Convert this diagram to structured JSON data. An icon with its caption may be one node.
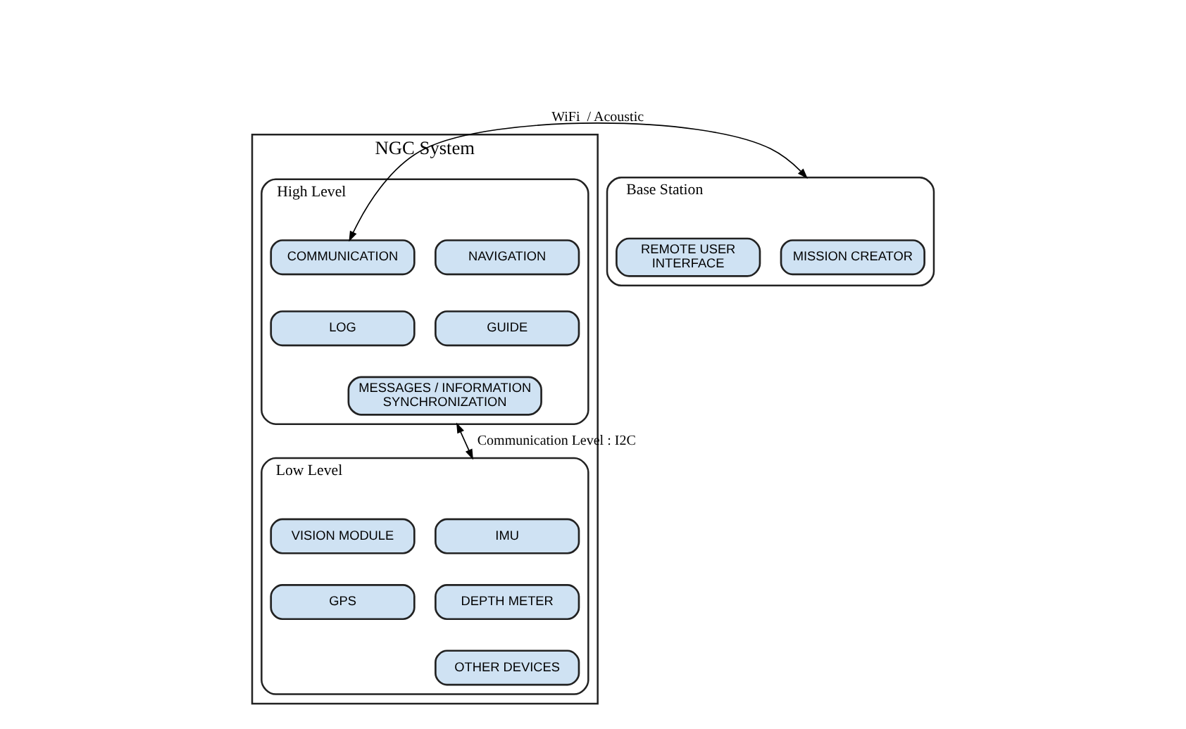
{
  "diagram": {
    "nodes": [
      {
        "text": [
          "NGC System"
        ]
      },
      {
        "text": [
          "High Level"
        ],
        "in": 0
      },
      {
        "text": [
          "NAVIGATION"
        ],
        "in": 1
      },
      {
        "text": [
          "COMMUNICATION"
        ],
        "in": 1
      },
      {
        "text": [
          "GUIDE"
        ],
        "in": 1
      },
      {
        "text": [
          "LOG"
        ],
        "in": 1
      },
      {
        "text": [
          "MESSAGES / INFORMATION SYNCHRONIZATION"
        ],
        "in": 1
      },
      {
        "text": [
          "Low Level"
        ],
        "in": 0
      },
      {
        "text": [
          "IMU"
        ],
        "in": 7
      },
      {
        "text": [
          "VISION MODULE"
        ],
        "in": 7
      },
      {
        "text": [
          "DEPTH METER"
        ],
        "in": 7
      },
      {
        "text": [
          "GPS"
        ],
        "in": 7
      },
      {
        "text": [
          "OTHER DEVICES"
        ],
        "in": 7
      },
      {
        "text": [
          "Base Station"
        ]
      },
      {
        "text": [
          "MISSION CREATOR"
        ],
        "in": 13
      },
      {
        "text": [
          "REMOTE USER INTERFACE"
        ],
        "in": 13
      }
    ],
    "edges": [
      {
        "from": 3,
        "to": 13,
        "arrow": "both",
        "label": "WiFi  / Acoustic"
      },
      {
        "from": 1,
        "to": 7,
        "arrow": "both",
        "label": "Communication Level : I2C"
      }
    ]
  }
}
